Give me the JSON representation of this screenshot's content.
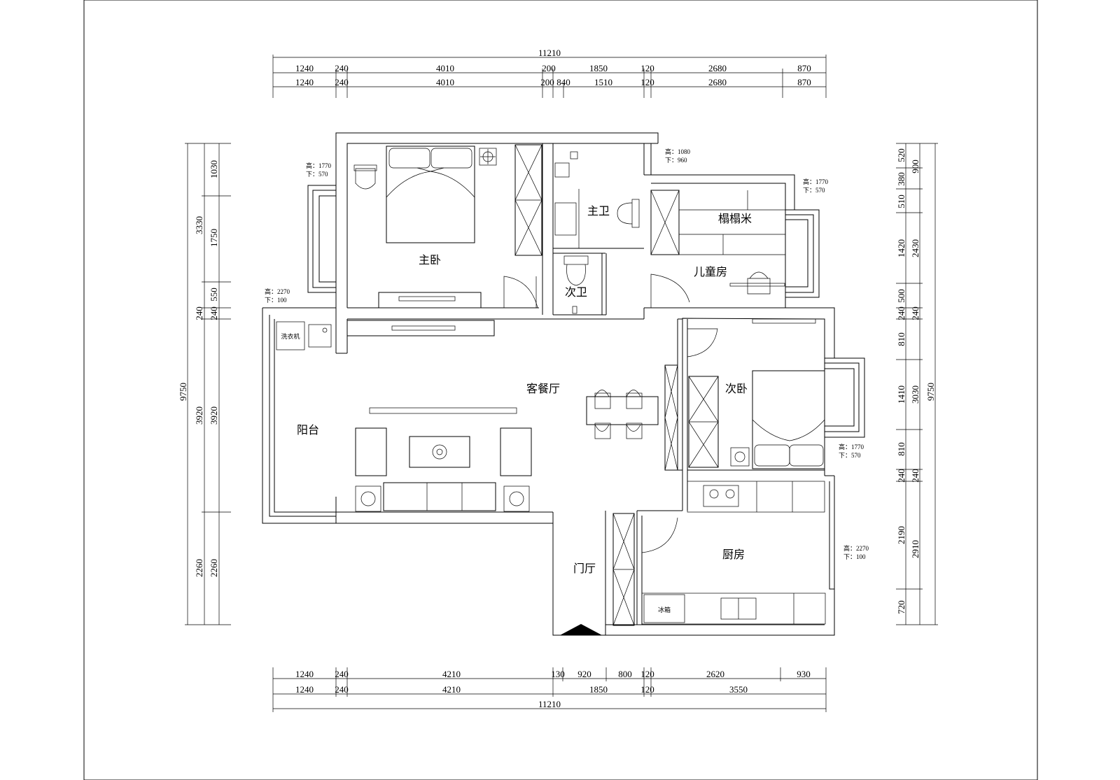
{
  "dimensions": {
    "top_total": "11210",
    "top_row1": [
      "1240",
      "240",
      "4010",
      "200",
      "1850",
      "120",
      "2680",
      "870"
    ],
    "top_row2": [
      "1240",
      "240",
      "4010",
      "200",
      "840",
      "1510",
      "120",
      "2680",
      "870"
    ],
    "bottom_row1": [
      "1240",
      "240",
      "4210",
      "130",
      "920",
      "800",
      "120",
      "2620",
      "930"
    ],
    "bottom_row2": [
      "1240",
      "240",
      "4210",
      "1850",
      "120",
      "3550"
    ],
    "bottom_total": "11210",
    "left_total": "9750",
    "left_col1": [
      "3330",
      "240",
      "3920",
      "2260"
    ],
    "left_col2": [
      "1030",
      "1750",
      "550",
      "240",
      "3920",
      "2260"
    ],
    "right_col1": [
      "520",
      "900",
      "380",
      "510",
      "1420",
      "2430",
      "500",
      "240",
      "240",
      "810",
      "1410",
      "3030",
      "810",
      "240",
      "240",
      "2190",
      "2910",
      "720"
    ],
    "right_total": "9750"
  },
  "rooms": {
    "master_bedroom": "主卧",
    "master_bath": "主卫",
    "second_bath": "次卫",
    "tatami": "榻榻米",
    "kids_room": "儿童房",
    "living_dining": "客餐厅",
    "balcony": "阳台",
    "second_bedroom": "次卧",
    "foyer": "门厅",
    "kitchen": "厨房"
  },
  "fixtures": {
    "washer": "洗衣机",
    "fridge": "冰箱"
  },
  "window_notes": {
    "master_bedroom": [
      "高：1770",
      "下：570"
    ],
    "master_bath": [
      "高：1080",
      "下：960"
    ],
    "kids_room": [
      "高：1770",
      "下：570"
    ],
    "balcony": [
      "高：2270",
      "下：100"
    ],
    "second_bedroom": [
      "高：1770",
      "下：570"
    ],
    "kitchen": [
      "高：2270",
      "下：100"
    ]
  }
}
